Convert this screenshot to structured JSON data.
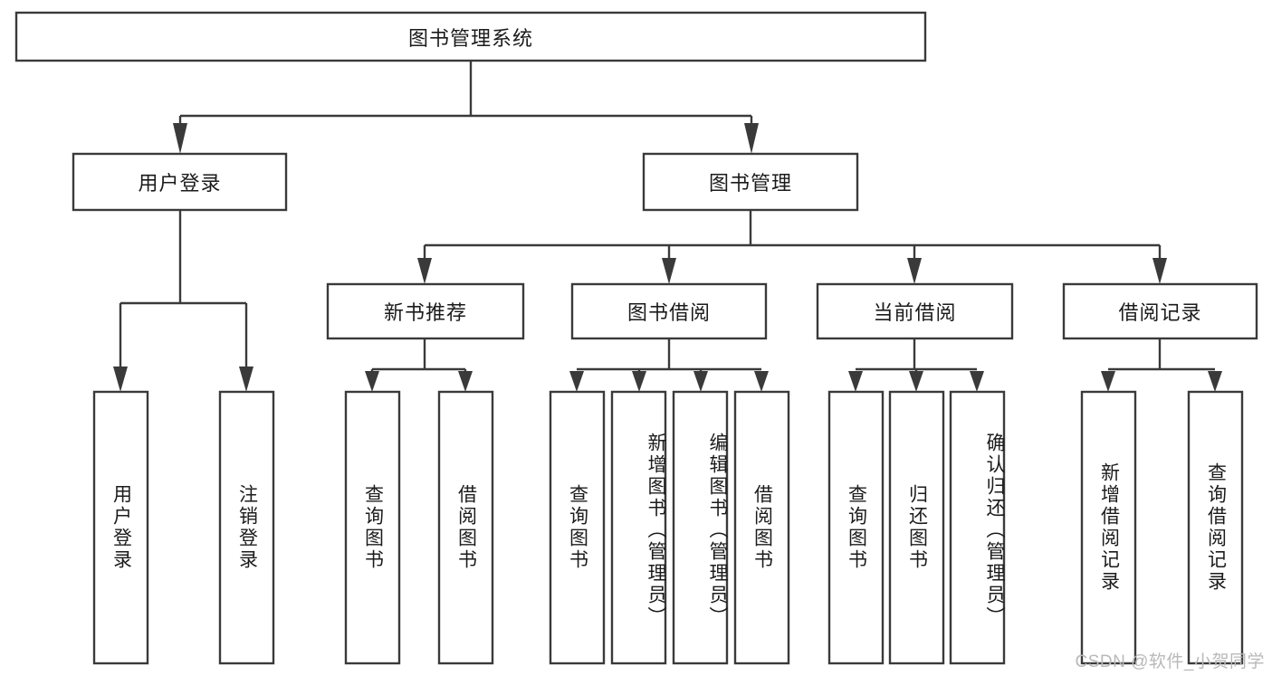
{
  "diagram": {
    "type": "hierarchy-tree",
    "title": "图书管理系统",
    "watermark": "CSDN @软件_小贺同学",
    "colors": {
      "stroke": "#3a3a3a",
      "fill": "#ffffff",
      "text": "#1b1b1b",
      "watermark": "#b9b9b9",
      "background": "#ffffff"
    },
    "root": {
      "label": "图书管理系统",
      "orientation": "horizontal"
    },
    "level2": [
      {
        "label": "用户登录",
        "orientation": "horizontal"
      },
      {
        "label": "图书管理",
        "orientation": "horizontal"
      }
    ],
    "level3": [
      {
        "label": "新书推荐",
        "orientation": "horizontal"
      },
      {
        "label": "图书借阅",
        "orientation": "horizontal"
      },
      {
        "label": "当前借阅",
        "orientation": "horizontal"
      },
      {
        "label": "借阅记录",
        "orientation": "horizontal"
      }
    ],
    "leaves": {
      "user_login": [
        {
          "label": "用户登录",
          "orientation": "vertical"
        },
        {
          "label": "注销登录",
          "orientation": "vertical"
        }
      ],
      "new_book_recommend": [
        {
          "label": "查询图书",
          "orientation": "vertical"
        },
        {
          "label": "借阅图书",
          "orientation": "vertical"
        }
      ],
      "book_borrow": [
        {
          "label": "查询图书",
          "orientation": "vertical"
        },
        {
          "label": "新增图书（管理员）",
          "orientation": "vertical"
        },
        {
          "label": "编辑图书（管理员）",
          "orientation": "vertical"
        },
        {
          "label": "借阅图书",
          "orientation": "vertical"
        }
      ],
      "current_borrow": [
        {
          "label": "查询图书",
          "orientation": "vertical"
        },
        {
          "label": "归还图书",
          "orientation": "vertical"
        },
        {
          "label": "确认归还（管理员）",
          "orientation": "vertical"
        }
      ],
      "borrow_record": [
        {
          "label": "新增借阅记录",
          "orientation": "vertical"
        },
        {
          "label": "查询借阅记录",
          "orientation": "vertical"
        }
      ]
    }
  }
}
